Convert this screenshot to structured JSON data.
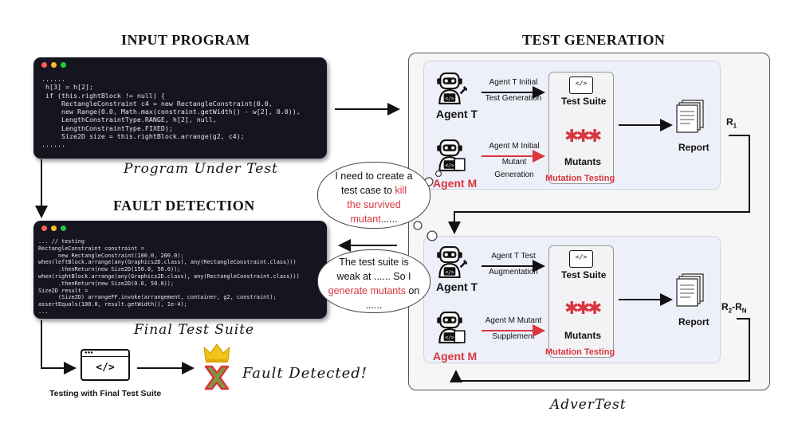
{
  "titles": {
    "input_program": "INPUT PROGRAM",
    "test_generation": "TEST GENERATION",
    "fault_detection": "FAULT DETECTION"
  },
  "captions": {
    "program_under_test": "Program Under Test",
    "final_test_suite": "Final Test Suite",
    "fault_detected": "Fault Detected!",
    "testing_with_final": "Testing with Final Test Suite",
    "advertest": "AdverTest"
  },
  "code_top": [
    "......",
    " h[3] = h[2];",
    " if (this.rightBlock != null) {",
    "     RectangleConstraint c4 = new RectangleConstraint(0.0,",
    "     new Range(0.0, Math.max(constraint.getWidth() - w[2], 0.0)),",
    "     LengthConstraintType.RANGE, h[2], null,",
    "     LengthConstraintType.FIXED);",
    "     Size2D size = this.rightBlock.arrange(g2, c4);",
    "......"
  ],
  "code_bottom": [
    "... // testing",
    "RectangleConstraint constraint =",
    "      new RectangleConstraint(100.0, 200.0);",
    "when(leftBlock.arrange(any(Graphics2D.class), any(RectangleConstraint.class)))",
    "      .thenReturn(new Size2D(150.0, 50.0));",
    "when(rightBlock.arrange(any(Graphics2D.class), any(RectangleConstraint.class)))",
    "      .thenReturn(new Size2D(0.0, 50.0));",
    "Size2D result =",
    "      (Size2D) arrangeFF.invoke(arrangement, container, g2, constraint);",
    "assertEquals(100.0, result.getWidth(), 1e-4);",
    "..."
  ],
  "panel_top": {
    "agent_t": "Agent T",
    "agent_m": "Agent M",
    "arrow_t_line1": "Agent T Initial",
    "arrow_t_line2": "Test Generation",
    "arrow_m_line1": "Agent M Initial",
    "arrow_m_line2": "Mutant Generation",
    "test_suite": "Test Suite",
    "mutants": "Mutants",
    "mutation_testing": "Mutation Testing",
    "report": "Report",
    "report_label": "R",
    "report_sub": "1"
  },
  "panel_bottom": {
    "agent_t": "Agent T",
    "agent_m": "Agent M",
    "arrow_t_line1": "Agent T Test",
    "arrow_t_line2": "Augmentation",
    "arrow_m_line1": "Agent M Mutant",
    "arrow_m_line2": "Supplement",
    "test_suite": "Test Suite",
    "mutants": "Mutants",
    "mutation_testing": "Mutation Testing",
    "report": "Report",
    "report_label_a": "R",
    "report_sub_a": "2",
    "report_dash": "-",
    "report_label_b": "R",
    "report_sub_b": "N"
  },
  "cloud_top": {
    "line1": "I need to create a",
    "line2_a": "test case to ",
    "line2_b": "kill",
    "line3": "the survived",
    "line4": "mutant",
    "line4_end": "......"
  },
  "cloud_bottom": {
    "line1": "The test suite is",
    "line2": "weak at ...... So I",
    "line3_a": "generate mutants",
    "line3_b": " on",
    "line4": "......"
  },
  "colors": {
    "accent_red": "#d9363e",
    "dot_red": "#ff5f57",
    "dot_yellow": "#febc2e",
    "dot_green": "#28c840",
    "crown": "#f0c419",
    "cross_green": "#7a9a3a"
  },
  "icons": {
    "robot": "robot-agent-icon",
    "code_window": "code-window-icon",
    "bug": "bug-icon",
    "syringe": "syringe-icon",
    "report": "report-document-icon",
    "crown": "crown-icon",
    "fault_cross": "fault-cross-icon"
  }
}
